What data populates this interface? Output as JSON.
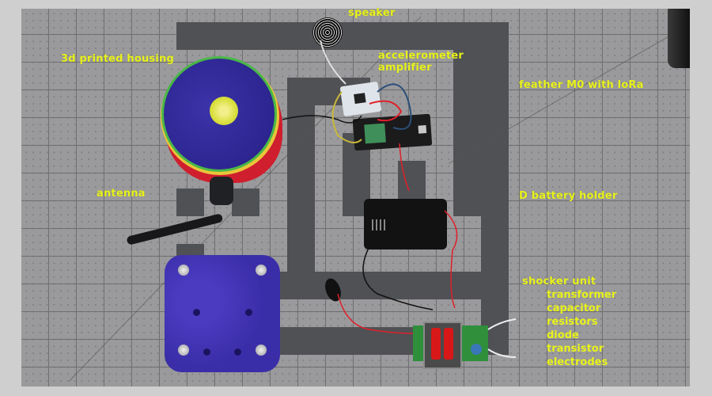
{
  "photo": {
    "subject": "annotated electronics project photo on cutting mat",
    "background_color": "#cfcfcf",
    "label_color": "#e8f21a"
  },
  "labels": {
    "speaker": "speaker",
    "housing": "3d printed housing",
    "accelerometer": "accelerometer",
    "amplifier": "amplifier",
    "feather": "feather M0 with loRa",
    "antenna": "antenna",
    "battery": "D battery holder",
    "shocker": "shocker unit"
  },
  "shocker_parts": [
    "transformer",
    "capacitor",
    "resistors",
    "diode",
    "transistor",
    "electrodes"
  ]
}
